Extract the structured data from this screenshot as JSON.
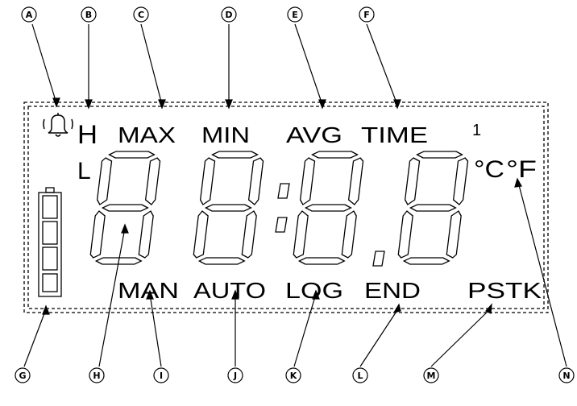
{
  "callouts": {
    "A": "A",
    "B": "B",
    "C": "C",
    "D": "D",
    "E": "E",
    "F": "F",
    "G": "G",
    "H": "H",
    "I": "I",
    "J": "J",
    "K": "K",
    "L": "L",
    "M": "M",
    "N": "N"
  },
  "lcd": {
    "h_indicator": "H",
    "l_indicator": "L",
    "max_label": "MAX",
    "min_label": "MIN",
    "avg_label": "AVG",
    "time_label": "TIME",
    "channel_number": "1",
    "unit_celsius": "°C",
    "unit_fahrenheit": "°F",
    "man_label": "MAN",
    "auto_label": "AUTO",
    "log_label": "LOG",
    "end_label": "END",
    "pstk_label": "PSTK"
  }
}
